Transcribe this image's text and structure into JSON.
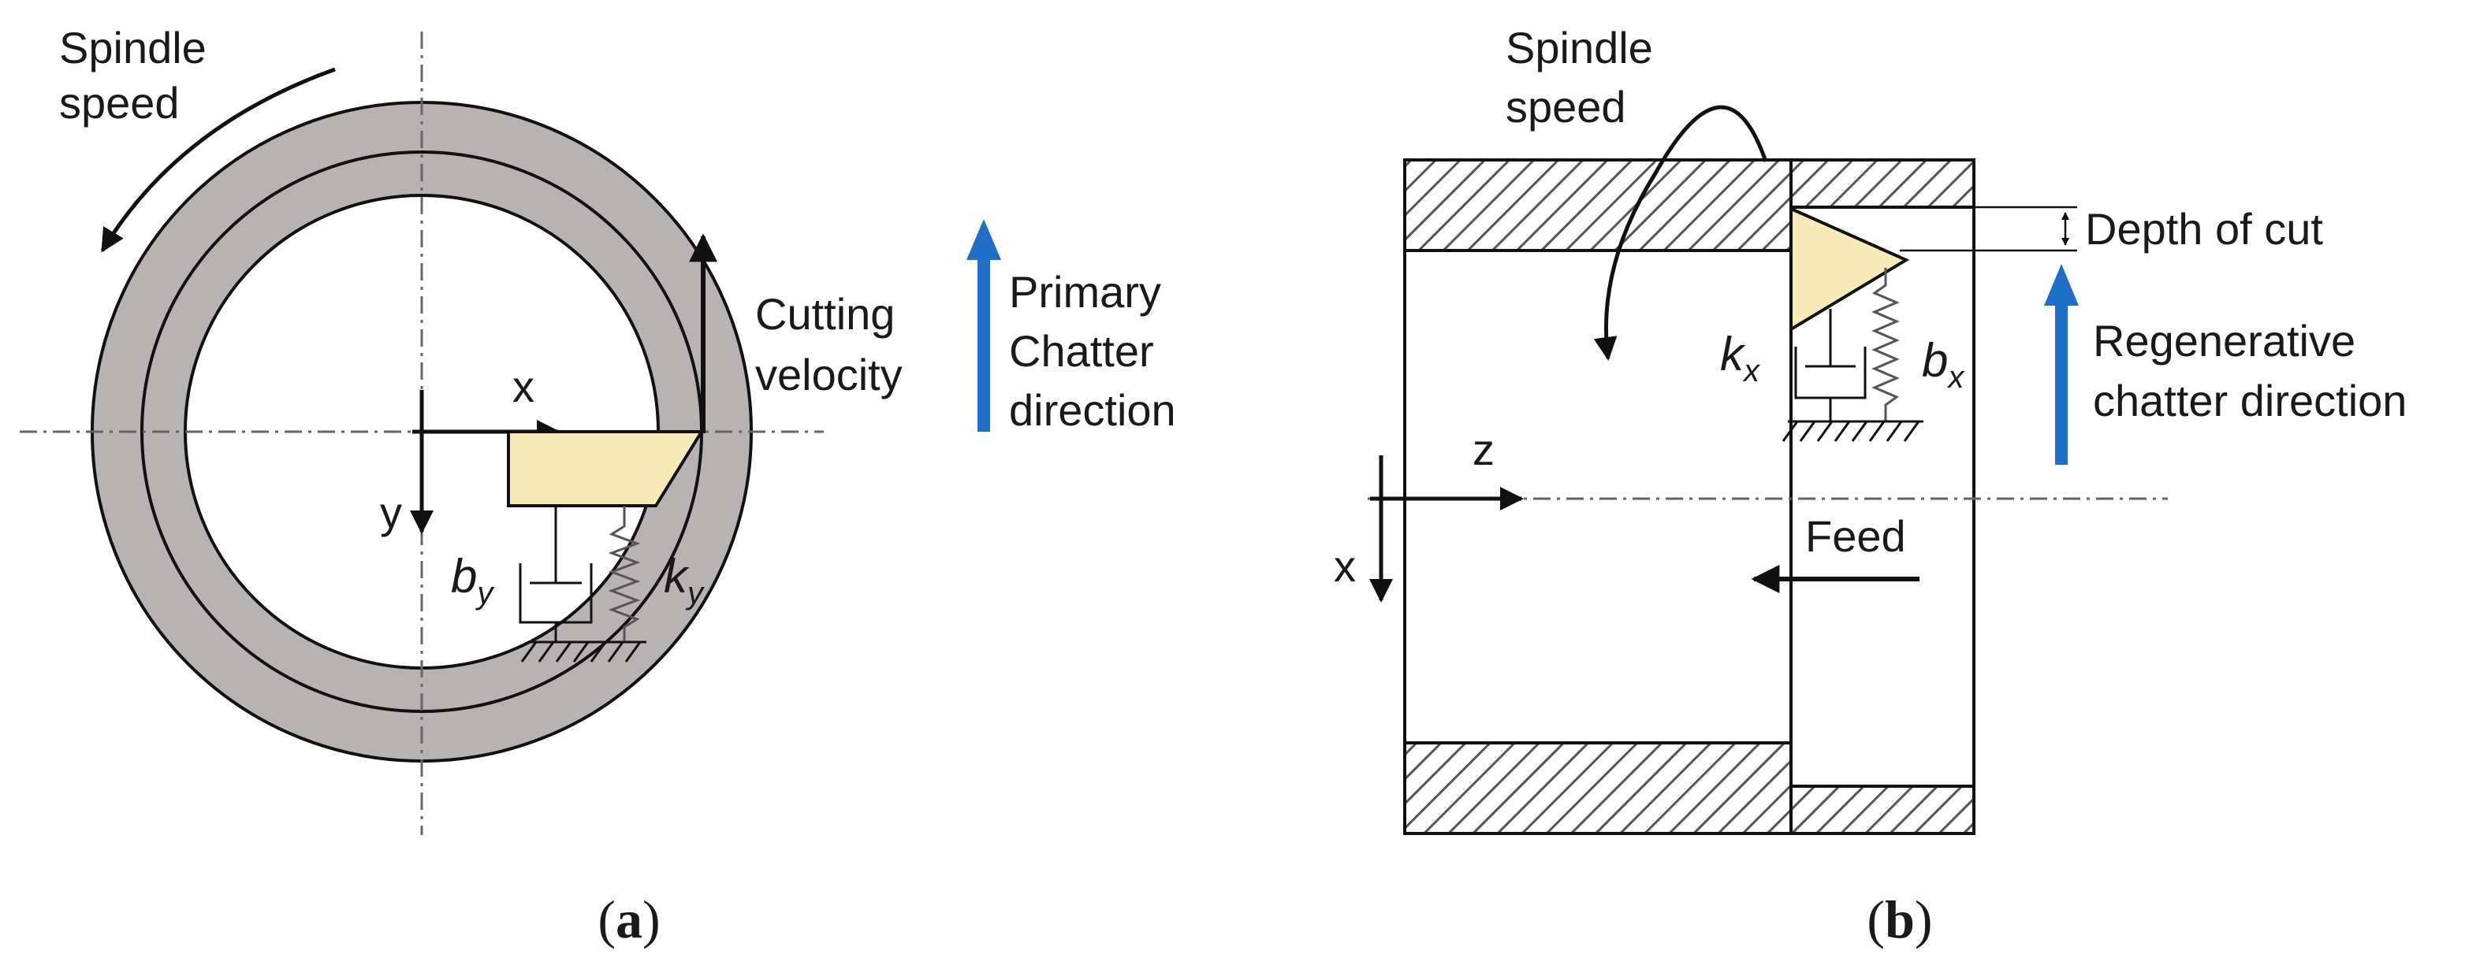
{
  "colors": {
    "ring_fill": "#b8b3b3",
    "tool_fill": "#f9e8b8",
    "chatter_arrow": "#1f6fc7",
    "line": "#111111",
    "centerline": "#666666"
  },
  "panel_a": {
    "caption_open": "(",
    "caption_letter": "a",
    "caption_close": ")",
    "spindle_speed_line1": "Spindle",
    "spindle_speed_line2": "speed",
    "cutting_velocity_line1": "Cutting",
    "cutting_velocity_line2": "velocity",
    "axis_x": "x",
    "axis_y": "y",
    "damper_symbol": "b",
    "damper_subscript": "y",
    "spring_symbol": "k",
    "spring_subscript": "y",
    "chatter_line1": "Primary",
    "chatter_line2": "Chatter",
    "chatter_line3": "direction"
  },
  "panel_b": {
    "caption_open": "(",
    "caption_letter": "b",
    "caption_close": ")",
    "spindle_speed_line1": "Spindle",
    "spindle_speed_line2": "speed",
    "depth_of_cut": "Depth of cut",
    "spring_symbol": "k",
    "spring_subscript": "x",
    "damper_symbol": "b",
    "damper_subscript": "x",
    "axis_z": "z",
    "axis_x": "x",
    "feed": "Feed",
    "chatter_line1": "Regenerative",
    "chatter_line2": "chatter direction"
  }
}
